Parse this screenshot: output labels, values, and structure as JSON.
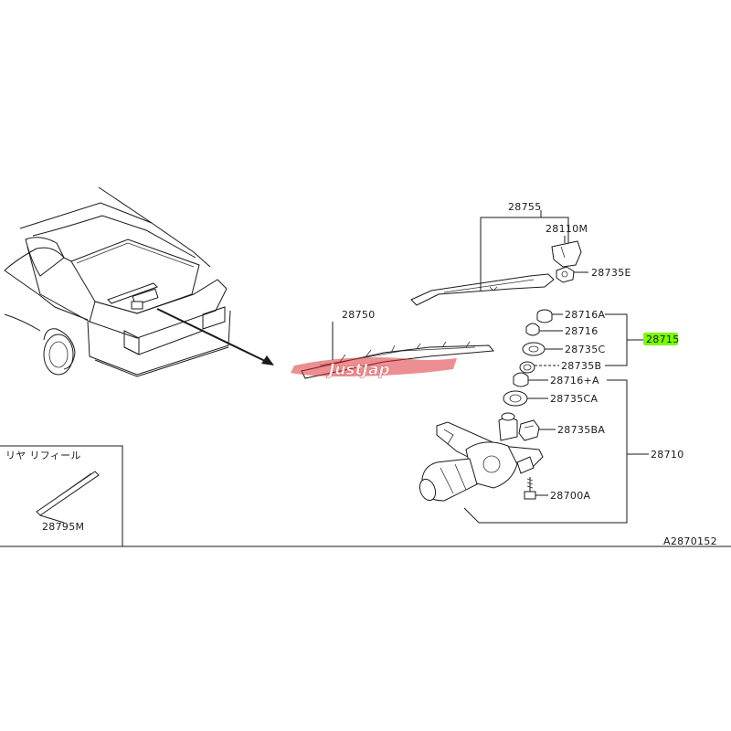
{
  "diagram": {
    "part_numbers": {
      "arm": "28755",
      "arm_cap": "28110M",
      "arm_nut": "28735E",
      "blade": "28750",
      "cap_a": "28716A",
      "cap": "28716",
      "washer_c": "28735C",
      "bushing_b": "28735B",
      "kit": "28715",
      "cap_plus_a": "28716+A",
      "washer_ca": "28735CA",
      "clip_ba": "28735BA",
      "motor": "28710",
      "bolt": "28700A",
      "refill": "28795M",
      "refill_caption": "リヤ リフィール",
      "figure_code": "A2870152"
    },
    "watermark": "JustJap",
    "colors": {
      "highlight": "#7CFC00",
      "watermark_red": "#d8232a",
      "line": "#1a1a1a"
    }
  }
}
